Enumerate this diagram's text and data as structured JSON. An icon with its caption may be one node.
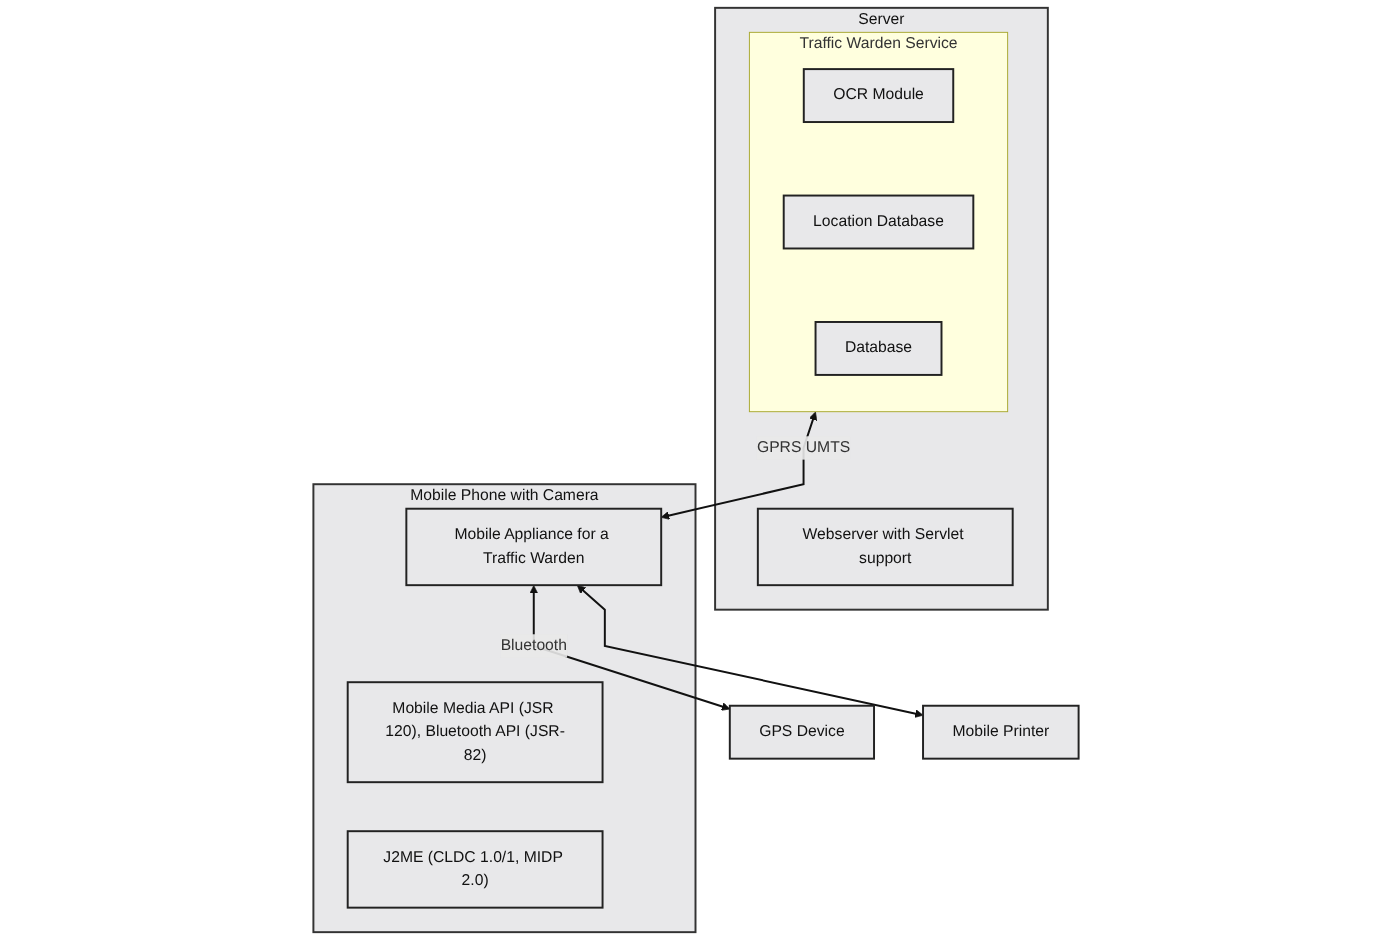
{
  "diagram": {
    "nodes": [
      {
        "text": [
          "Server"
        ]
      },
      {
        "text": [
          "Traffic Warden Service"
        ],
        "in": 0
      },
      {
        "text": [
          "OCR Module"
        ],
        "in": 1
      },
      {
        "text": [
          "Location Database"
        ],
        "in": 1
      },
      {
        "text": [
          "Database"
        ],
        "in": 1
      },
      {
        "text": [
          "Webserver with Servlet support"
        ],
        "in": 0
      },
      {
        "text": [
          "Mobile Phone with Camera"
        ]
      },
      {
        "text": [
          "Mobile Appliance for a Traffic Warden"
        ],
        "in": 6
      },
      {
        "text": [
          "Mobile Media API (JSR 120), Bluetooth API (JSR-82)"
        ],
        "in": 6
      },
      {
        "text": [
          "J2ME (CLDC 1.0/1, MIDP 2.0)"
        ],
        "in": 6
      },
      {
        "text": [
          "GPS Device"
        ]
      },
      {
        "text": [
          "Mobile Printer"
        ]
      }
    ],
    "edges": [
      {
        "from": 1,
        "to": 7,
        "arrow": "both",
        "label": "GPRS UMTS"
      },
      {
        "from": 7,
        "to": 10,
        "arrow": "both",
        "label": "Bluetooth"
      },
      {
        "from": 7,
        "to": 11,
        "arrow": "both"
      }
    ]
  }
}
